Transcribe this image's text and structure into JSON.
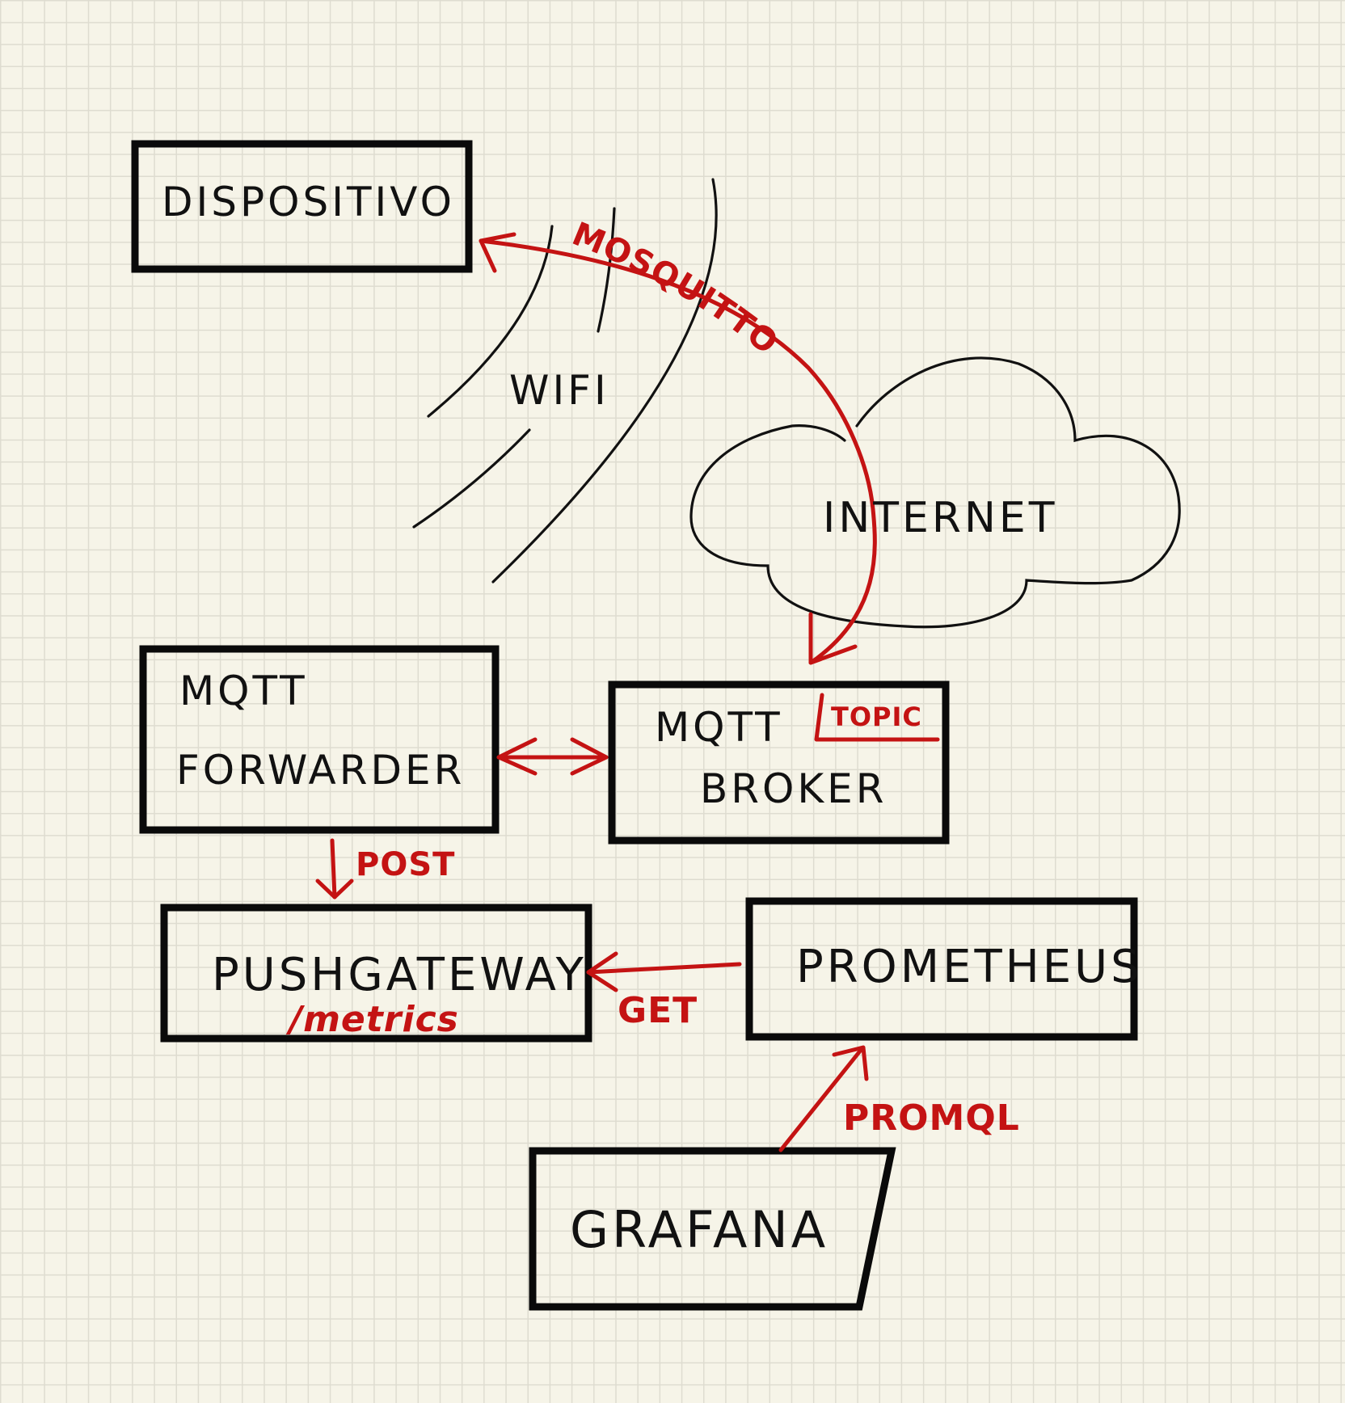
{
  "nodes": {
    "dispositivo": "DISPOSITIVO",
    "wifi": "WIFI",
    "internet": "INTERNET",
    "mqtt_forwarder_line1": "MQTT",
    "mqtt_forwarder_line2": "FORWARDER",
    "mqtt_broker_line1": "MQTT",
    "mqtt_broker_line2": "BROKER",
    "pushgateway": "PUSHGATEWAY",
    "prometheus": "PROMETHEUS",
    "grafana": "GRAFANA"
  },
  "annotations": {
    "mosquitto": "MOSQUITTO",
    "topic": "TOPIC",
    "post": "POST",
    "metrics": "/metrics",
    "get": "GET",
    "promql": "PROMQL"
  },
  "colors": {
    "paper": "#f6f4e8",
    "grid": "#dedcd0",
    "ink": "#111111",
    "red_ink": "#c41313"
  }
}
